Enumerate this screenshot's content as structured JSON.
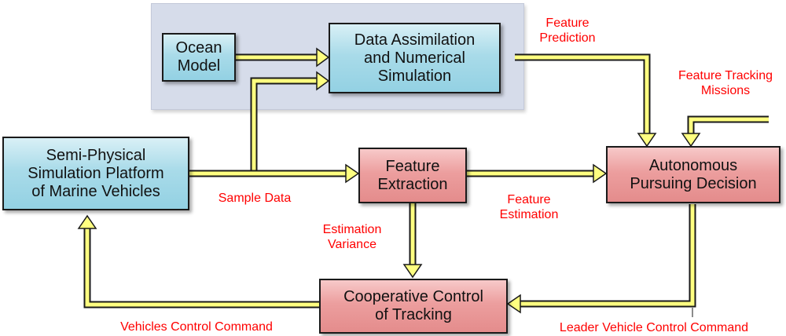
{
  "nodes": {
    "ocean_model": "Ocean\nModel",
    "data_assimilation": "Data Assimilation\nand Numerical\nSimulation",
    "semi_physical": "Semi-Physical\nSimulation Platform\nof Marine Vehicles",
    "feature_extraction": "Feature\nExtraction",
    "autonomous_decision": "Autonomous\nPursuing Decision",
    "cooperative_control": "Cooperative Control\nof Tracking"
  },
  "edge_labels": {
    "feature_prediction": "Feature\nPrediction",
    "feature_tracking_missions": "Feature Tracking\nMissions",
    "sample_data": "Sample Data",
    "feature_estimation": "Feature\nEstimation",
    "estimation_variance": "Estimation\nVariance",
    "vehicles_control_command": "Vehicles Control Command",
    "leader_vehicle_control_command": "Leader Vehicle Control Command"
  },
  "colors": {
    "arrow_fill": "#ffff80",
    "arrow_outline": "#1a1a1a",
    "label_text": "#ff0000",
    "blue_box": "#a9dbe9",
    "red_box": "#ec9e9e",
    "region_fill": "#d6dcea"
  }
}
